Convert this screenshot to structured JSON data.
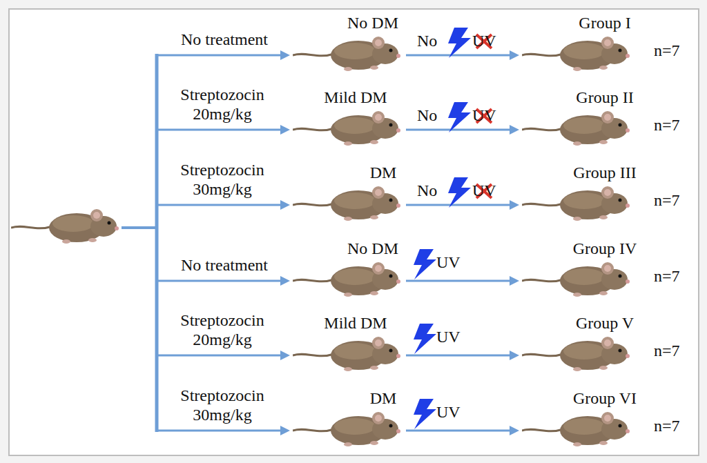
{
  "diagram": {
    "labels": [
      "No treatment",
      "No DM",
      "No",
      "UV",
      "Group I",
      "n=7",
      "Streptozocin 20mg/kg",
      "Mild DM",
      "No",
      "UV",
      "Group II",
      "n=7",
      "Streptozocin 30mg/kg",
      "DM",
      "No",
      "UV",
      "Group III",
      "n=7",
      "No treatment",
      "No DM",
      "UV",
      "Group IV",
      "n=7",
      "Streptozocin 20mg/kg",
      "Mild DM",
      "UV",
      "Group V",
      "n=7",
      "Streptozocin 30mg/kg",
      "DM",
      "UV",
      "Group VI",
      "n=7"
    ]
  }
}
